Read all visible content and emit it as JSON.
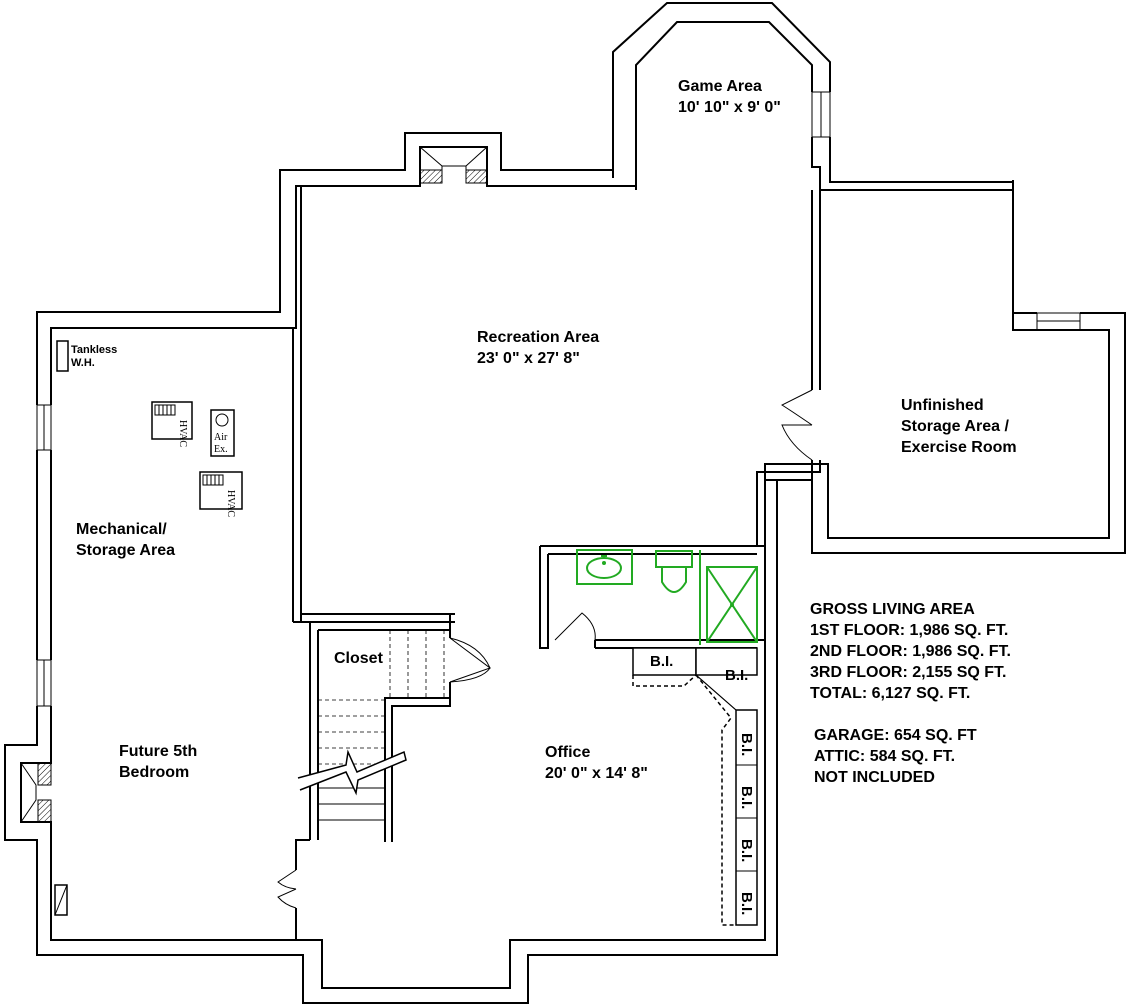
{
  "rooms": {
    "game": {
      "name": "Game Area",
      "dims": "10' 10\" x 9' 0\""
    },
    "recreation": {
      "name": "Recreation Area",
      "dims": "23' 0\" x 27' 8\""
    },
    "unfinished": {
      "line1": "Unfinished",
      "line2": "Storage Area /",
      "line3": "Exercise Room"
    },
    "mechanical": {
      "line1": "Mechanical/",
      "line2": "Storage Area"
    },
    "bedroom": {
      "line1": "Future 5th",
      "line2": "Bedroom"
    },
    "closet": {
      "name": "Closet"
    },
    "office": {
      "name": "Office",
      "dims": "20' 0\" x 14' 8\""
    }
  },
  "equipment": {
    "tankless_line1": "Tankless",
    "tankless_line2": "W.H.",
    "hvac": "HVAC",
    "air_ex_line1": "Air",
    "air_ex_line2": "Ex."
  },
  "builtins": {
    "label": "B.I."
  },
  "area_summary": {
    "title": "GROSS LIVING AREA",
    "lines": [
      "1ST FLOOR: 1,986 SQ. FT.",
      "2ND FLOOR: 1,986 SQ. FT.",
      "3RD FLOOR: 2,155 SQ FT.",
      "TOTAL: 6,127 SQ. FT."
    ],
    "excluded": [
      "GARAGE: 654 SQ. FT",
      "ATTIC: 584 SQ. FT.",
      "NOT INCLUDED"
    ]
  },
  "colors": {
    "walls": "#000000",
    "fixtures": "#22aa22",
    "background": "#ffffff"
  }
}
